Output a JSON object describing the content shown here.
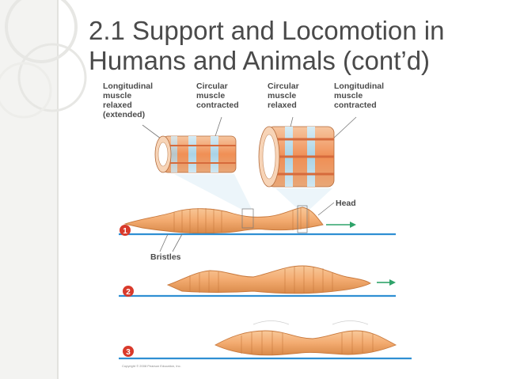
{
  "slide": {
    "title_line1": "2.1 Support and Locomotion in",
    "title_line2": "Humans and Animals (cont’d)"
  },
  "figure": {
    "labels": {
      "longitudinal_relaxed": [
        "Longitudinal",
        "muscle",
        "relaxed",
        "(extended)"
      ],
      "circular_contracted": [
        "Circular",
        "muscle",
        "contracted"
      ],
      "circular_relaxed": [
        "Circular",
        "muscle",
        "relaxed"
      ],
      "longitudinal_contracted": [
        "Longitudinal",
        "muscle",
        "contracted"
      ],
      "head": "Head",
      "bristles": "Bristles"
    },
    "steps": [
      "1",
      "2",
      "3"
    ],
    "copyright": "Copyright © 2008 Pearson Education, Inc."
  },
  "colors": {
    "title_text": "#4a4a4a",
    "worm_fill": "#f3ab70",
    "worm_stroke": "#c8783c",
    "ground_line": "#2f8fd3",
    "step_badge": "#d93a2b",
    "arrow": "#2fa36a"
  }
}
